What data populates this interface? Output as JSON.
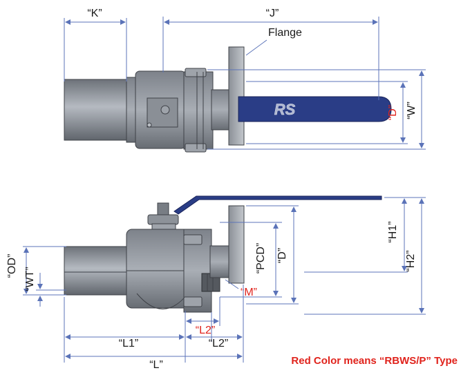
{
  "top_view": {
    "dim_k": "“K”",
    "dim_j": "“J”",
    "flange_label": "Flange",
    "dim_d": "“D”",
    "dim_w": "“W”",
    "handle_logo": "RS"
  },
  "side_view": {
    "dim_od": "“OD”",
    "dim_wt": "“WT”",
    "dim_pcd": "“PCD”",
    "dim_d": "“D”",
    "dim_h1": "“H1”",
    "dim_h2": "“H2”",
    "dim_m": "“M”",
    "dim_l1": "“L1”",
    "dim_l2_red": "“L2”",
    "dim_l2": "“L2”",
    "dim_l": "“L”"
  },
  "legend_note": "Red Color  means “RBWS/P” Type",
  "colors": {
    "dimension_line": "#5b73b8",
    "red_type": "#e0231c",
    "handle_blue": "#2a3d86",
    "steel": "#8e949b"
  }
}
